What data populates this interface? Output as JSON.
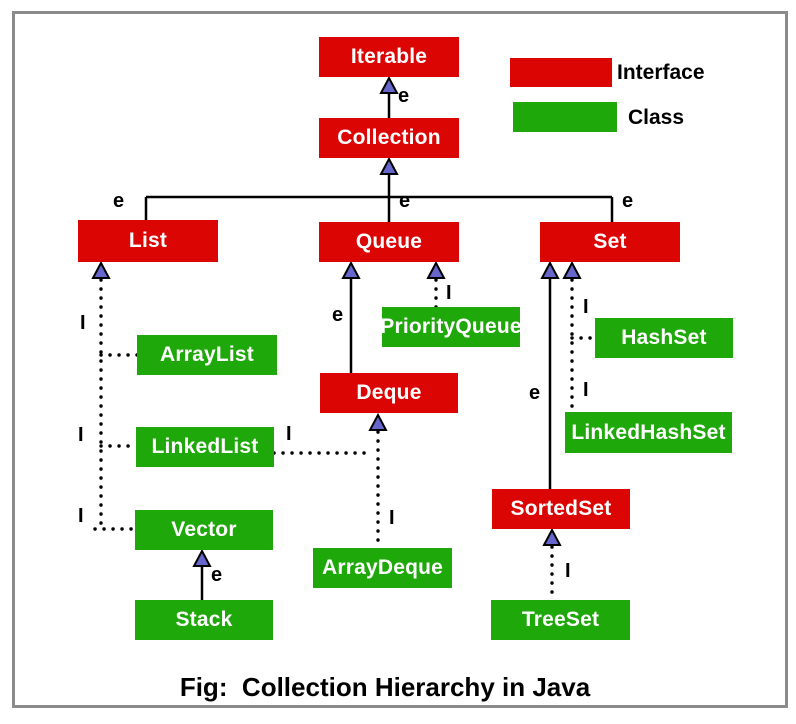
{
  "figure": {
    "caption": "Fig:  Collection Hierarchy in Java"
  },
  "legend": {
    "items": [
      {
        "label": "Interface",
        "color": "#DB0604"
      },
      {
        "label": "Class",
        "color": "#1FA80A"
      }
    ]
  },
  "edge_labels": {
    "extends": "e",
    "implements": "I"
  },
  "colors": {
    "interface_box": "#DB0604",
    "class_box": "#1FA80A",
    "arrowhead": "#6666CC",
    "line": "#000000",
    "frame_border": "#8a8a8a",
    "box_text": "#ffffff"
  },
  "nodes": {
    "iterable": {
      "label": "Iterable",
      "kind": "interface"
    },
    "collection": {
      "label": "Collection",
      "kind": "interface"
    },
    "list": {
      "label": "List",
      "kind": "interface"
    },
    "queue": {
      "label": "Queue",
      "kind": "interface"
    },
    "set": {
      "label": "Set",
      "kind": "interface"
    },
    "deque": {
      "label": "Deque",
      "kind": "interface"
    },
    "sortedset": {
      "label": "SortedSet",
      "kind": "interface"
    },
    "arraylist": {
      "label": "ArrayList",
      "kind": "class"
    },
    "linkedlist": {
      "label": "LinkedList",
      "kind": "class"
    },
    "vector": {
      "label": "Vector",
      "kind": "class"
    },
    "stack": {
      "label": "Stack",
      "kind": "class"
    },
    "priorityqueue": {
      "label": "PriorityQueue",
      "kind": "class"
    },
    "arraydeque": {
      "label": "ArrayDeque",
      "kind": "class"
    },
    "hashset": {
      "label": "HashSet",
      "kind": "class"
    },
    "linkedhashset": {
      "label": "LinkedHashSet",
      "kind": "class"
    },
    "treeset": {
      "label": "TreeSet",
      "kind": "class"
    }
  },
  "edges": [
    {
      "from": "Collection",
      "to": "Iterable",
      "relation": "extends",
      "label": "e"
    },
    {
      "from": "List",
      "to": "Collection",
      "relation": "extends",
      "label": "e"
    },
    {
      "from": "Queue",
      "to": "Collection",
      "relation": "extends",
      "label": "e"
    },
    {
      "from": "Set",
      "to": "Collection",
      "relation": "extends",
      "label": "e"
    },
    {
      "from": "ArrayList",
      "to": "List",
      "relation": "implements",
      "label": "I"
    },
    {
      "from": "LinkedList",
      "to": "List",
      "relation": "implements",
      "label": "I"
    },
    {
      "from": "Vector",
      "to": "List",
      "relation": "implements",
      "label": "I"
    },
    {
      "from": "Stack",
      "to": "Vector",
      "relation": "extends",
      "label": "e"
    },
    {
      "from": "Deque",
      "to": "Queue",
      "relation": "extends",
      "label": "e"
    },
    {
      "from": "PriorityQueue",
      "to": "Queue",
      "relation": "implements",
      "label": "I"
    },
    {
      "from": "LinkedList",
      "to": "Deque",
      "relation": "implements",
      "label": "I"
    },
    {
      "from": "ArrayDeque",
      "to": "Deque",
      "relation": "implements",
      "label": "I"
    },
    {
      "from": "SortedSet",
      "to": "Set",
      "relation": "extends",
      "label": "e"
    },
    {
      "from": "HashSet",
      "to": "Set",
      "relation": "implements",
      "label": "I"
    },
    {
      "from": "LinkedHashSet",
      "to": "Set",
      "relation": "implements",
      "label": "I"
    },
    {
      "from": "TreeSet",
      "to": "SortedSet",
      "relation": "implements",
      "label": "I"
    }
  ]
}
